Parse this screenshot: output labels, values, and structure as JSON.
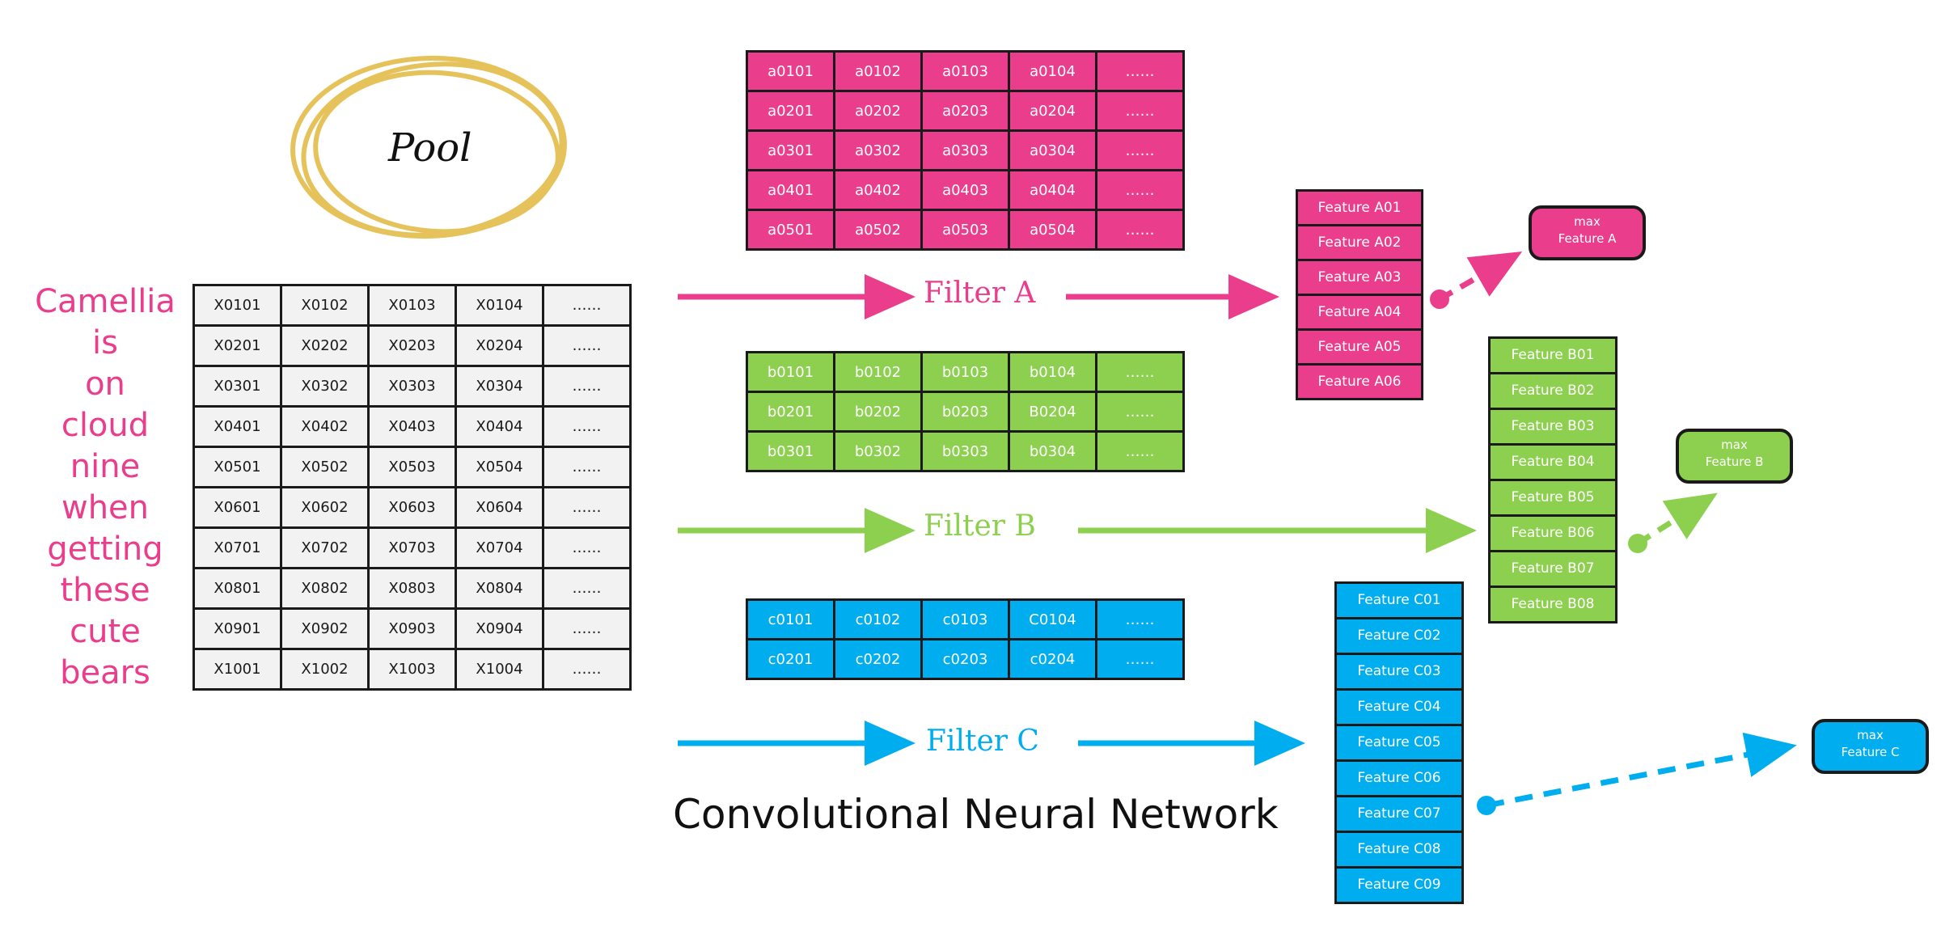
{
  "pool_label": "Pool",
  "title": "Convolutional Neural Network",
  "side_text": [
    "Camellia",
    "is",
    "on",
    "cloud",
    "nine",
    "when",
    "getting",
    "these",
    "cute",
    "bears"
  ],
  "colors": {
    "pink": "#ea3d8c",
    "green": "#8dd04f",
    "blue": "#00aeef",
    "pool_ring": "#e6c25a",
    "input_cell": "#f2f2f2"
  },
  "input_grid": [
    [
      "X0101",
      "X0102",
      "X0103",
      "X0104",
      "……"
    ],
    [
      "X0201",
      "X0202",
      "X0203",
      "X0204",
      "……"
    ],
    [
      "X0301",
      "X0302",
      "X0303",
      "X0304",
      "……"
    ],
    [
      "X0401",
      "X0402",
      "X0403",
      "X0404",
      "……"
    ],
    [
      "X0501",
      "X0502",
      "X0503",
      "X0504",
      "……"
    ],
    [
      "X0601",
      "X0602",
      "X0603",
      "X0604",
      "……"
    ],
    [
      "X0701",
      "X0702",
      "X0703",
      "X0704",
      "……"
    ],
    [
      "X0801",
      "X0802",
      "X0803",
      "X0804",
      "……"
    ],
    [
      "X0901",
      "X0902",
      "X0903",
      "X0904",
      "……"
    ],
    [
      "X1001",
      "X1002",
      "X1003",
      "X1004",
      "……"
    ]
  ],
  "filter_a": {
    "label": "Filter A",
    "grid": [
      [
        "a0101",
        "a0102",
        "a0103",
        "a0104",
        "……"
      ],
      [
        "a0201",
        "a0202",
        "a0203",
        "a0204",
        "……"
      ],
      [
        "a0301",
        "a0302",
        "a0303",
        "a0304",
        "……"
      ],
      [
        "a0401",
        "a0402",
        "a0403",
        "a0404",
        "……"
      ],
      [
        "a0501",
        "a0502",
        "a0503",
        "a0504",
        "……"
      ]
    ],
    "features": [
      "Feature A01",
      "Feature A02",
      "Feature A03",
      "Feature A04",
      "Feature A05",
      "Feature A06"
    ],
    "max": [
      "max",
      "Feature A"
    ]
  },
  "filter_b": {
    "label": "Filter B",
    "grid": [
      [
        "b0101",
        "b0102",
        "b0103",
        "b0104",
        "……"
      ],
      [
        "b0201",
        "b0202",
        "b0203",
        "B0204",
        "……"
      ],
      [
        "b0301",
        "b0302",
        "b0303",
        "b0304",
        "……"
      ]
    ],
    "features": [
      "Feature B01",
      "Feature B02",
      "Feature B03",
      "Feature B04",
      "Feature B05",
      "Feature B06",
      "Feature B07",
      "Feature B08"
    ],
    "max": [
      "max",
      "Feature B"
    ]
  },
  "filter_c": {
    "label": "Filter C",
    "grid": [
      [
        "c0101",
        "c0102",
        "c0103",
        "C0104",
        "……"
      ],
      [
        "c0201",
        "c0202",
        "c0203",
        "c0204",
        "……"
      ]
    ],
    "features": [
      "Feature C01",
      "Feature C02",
      "Feature C03",
      "Feature C04",
      "Feature C05",
      "Feature C06",
      "Feature C07",
      "Feature C08",
      "Feature C09"
    ],
    "max": [
      "max",
      "Feature C"
    ]
  }
}
